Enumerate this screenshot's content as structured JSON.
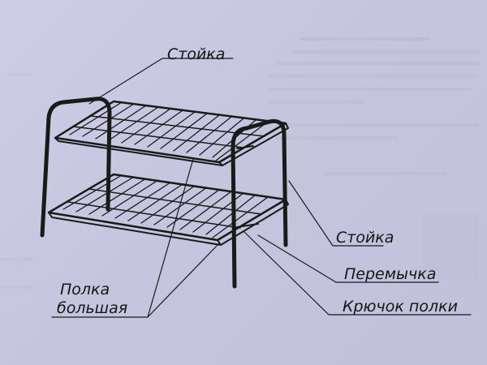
{
  "labels": {
    "top_post": "Стойка",
    "right_post": "Стойка",
    "crossbar": "Перемычка",
    "shelf_hook": "Крючок полки",
    "big_shelf_line1": "Полка",
    "big_shelf_line2": "большая"
  },
  "colors": {
    "paper": "#c9c8e0",
    "ink": "#151515"
  }
}
